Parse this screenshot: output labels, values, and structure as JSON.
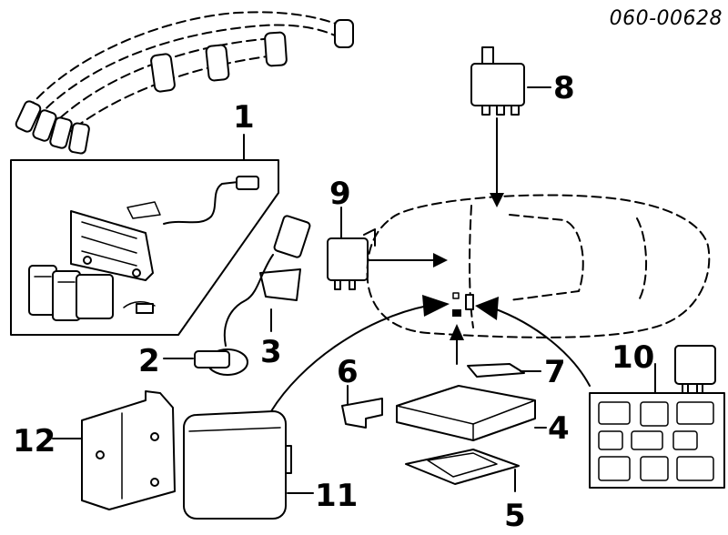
{
  "part_code": "060-00628",
  "callouts": [
    "1",
    "2",
    "3",
    "4",
    "5",
    "6",
    "7",
    "8",
    "9",
    "10",
    "11",
    "12"
  ]
}
